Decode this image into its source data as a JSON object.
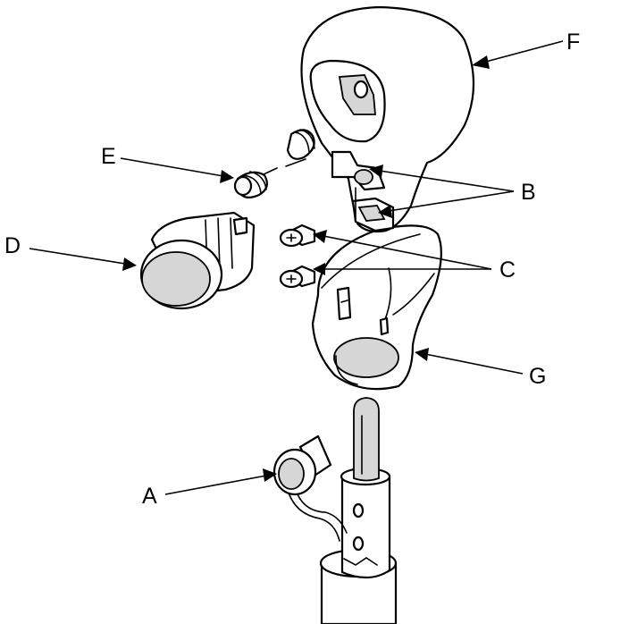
{
  "labels": {
    "a": "A",
    "b": "B",
    "c": "C",
    "d": "D",
    "e": "E",
    "f": "F",
    "g": "G"
  },
  "colors": {
    "line": "#000000",
    "shade": "#d6d6d6",
    "background": "#ffffff"
  }
}
